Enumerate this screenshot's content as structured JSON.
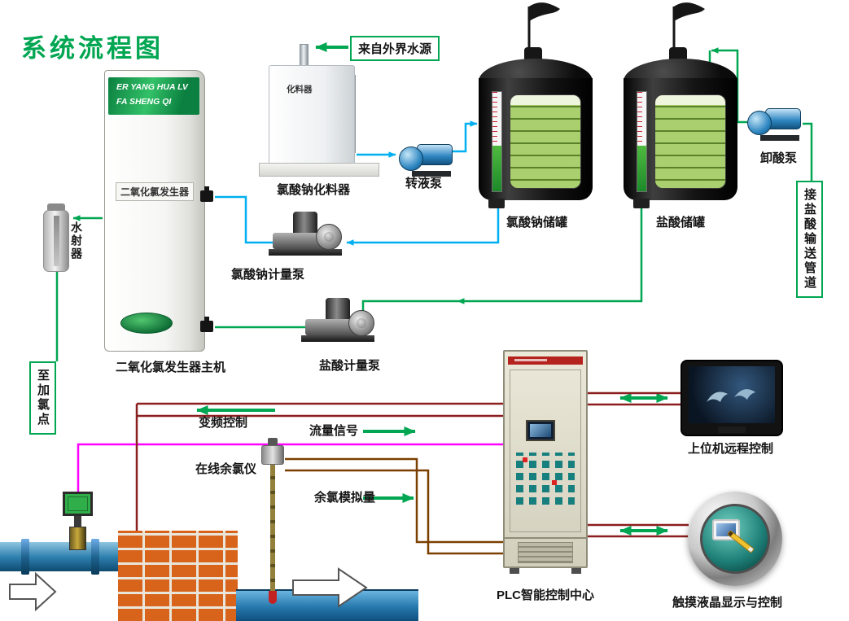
{
  "title": "系统流程图",
  "tags": {
    "water_source": "来自外界水源",
    "hcl_pipe": "接盐酸输送管道",
    "chlorine_point": "至加氯点"
  },
  "equipment": {
    "generator": {
      "banner_line1": "ER YANG HUA LV",
      "banner_line2": "FA SHENG QI",
      "plate": "二氧化氯发生器",
      "caption": "二氧化氯发生器主机"
    },
    "dissolver": {
      "label": "化料器",
      "caption": "氯酸钠化料器"
    },
    "transfer_pump": "转液泵",
    "naclo3_tank": "氯酸钠储罐",
    "hcl_tank": "盐酸储罐",
    "unload_pump": "卸酸泵",
    "naclo3_pump": "氯酸钠计量泵",
    "hcl_pump": "盐酸计量泵",
    "ejector": "水射器",
    "plc": "PLC智能控制中心",
    "remote": "上位机远程控制",
    "touch": "触摸液晶显示与控制",
    "residual_meter": "在线余氯仪"
  },
  "signals": {
    "vfd": "变频控制",
    "flow": "流量信号",
    "residual_analog": "余氯模拟量"
  },
  "colors": {
    "green": "#00a651",
    "cyan": "#00b0f0",
    "magenta": "#ff00ff",
    "maroon": "#8b1e1e",
    "brown": "#7b3f00"
  }
}
